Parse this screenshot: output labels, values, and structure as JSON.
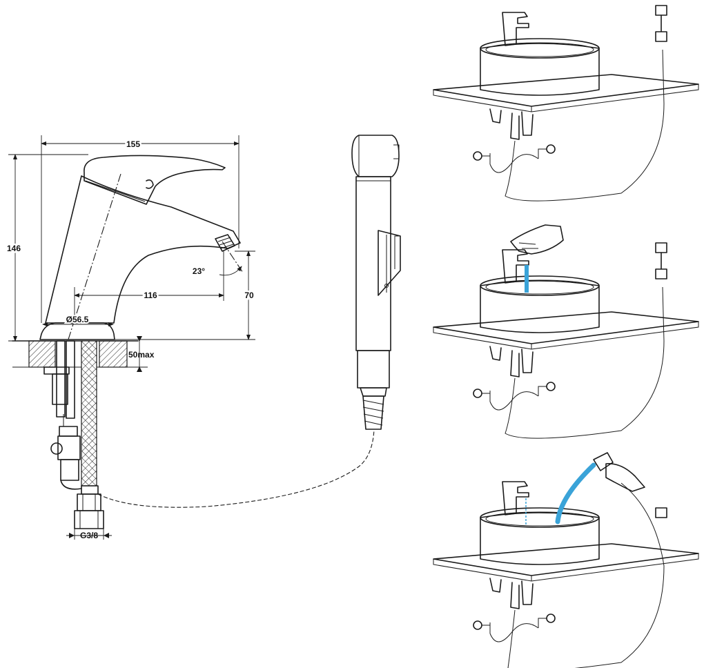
{
  "dimensions": {
    "width_total": "155",
    "height_total": "146",
    "spout_reach": "116",
    "spout_height": "70",
    "base_diameter": "Ø56.5",
    "spout_angle": "23°",
    "deck_thickness": "50max",
    "thread": "G3/8"
  },
  "colors": {
    "line": "#1a1a1a",
    "water_stream": "#3aa3d8",
    "background": "#ffffff"
  },
  "panels": [
    {
      "id": "idle",
      "stream": "none"
    },
    {
      "id": "faucet-on",
      "stream": "faucet"
    },
    {
      "id": "shower-on",
      "stream": "hand-shower"
    }
  ]
}
